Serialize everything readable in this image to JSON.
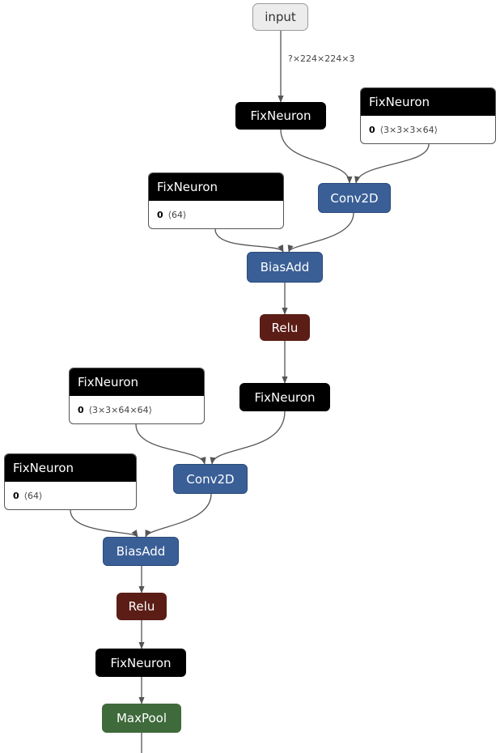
{
  "nodes": {
    "input": {
      "label": "input"
    },
    "fix_neuron_1": {
      "label": "FixNeuron"
    },
    "weight_1": {
      "label": "FixNeuron",
      "attr_key": "0",
      "shape": "⟨3×3×3×64⟩"
    },
    "conv2d_1": {
      "label": "Conv2D"
    },
    "bias_1": {
      "label": "FixNeuron",
      "attr_key": "0",
      "shape": "⟨64⟩"
    },
    "bias_add_1": {
      "label": "BiasAdd"
    },
    "relu_1": {
      "label": "Relu"
    },
    "fix_neuron_2": {
      "label": "FixNeuron"
    },
    "weight_2": {
      "label": "FixNeuron",
      "attr_key": "0",
      "shape": "⟨3×3×64×64⟩"
    },
    "conv2d_2": {
      "label": "Conv2D"
    },
    "bias_2": {
      "label": "FixNeuron",
      "attr_key": "0",
      "shape": "⟨64⟩"
    },
    "bias_add_2": {
      "label": "BiasAdd"
    },
    "relu_2": {
      "label": "Relu"
    },
    "fix_neuron_3": {
      "label": "FixNeuron"
    },
    "maxpool": {
      "label": "MaxPool"
    }
  },
  "edges": {
    "input_to_fix_neuron_1": {
      "label": "?×224×224×3"
    }
  },
  "colors": {
    "op_dark": "#000000",
    "op_conv": "#3a5f97",
    "op_activation": "#5b1d16",
    "op_pool": "#3f6a3b",
    "input_fill": "#ececec",
    "edge": "#555555"
  }
}
